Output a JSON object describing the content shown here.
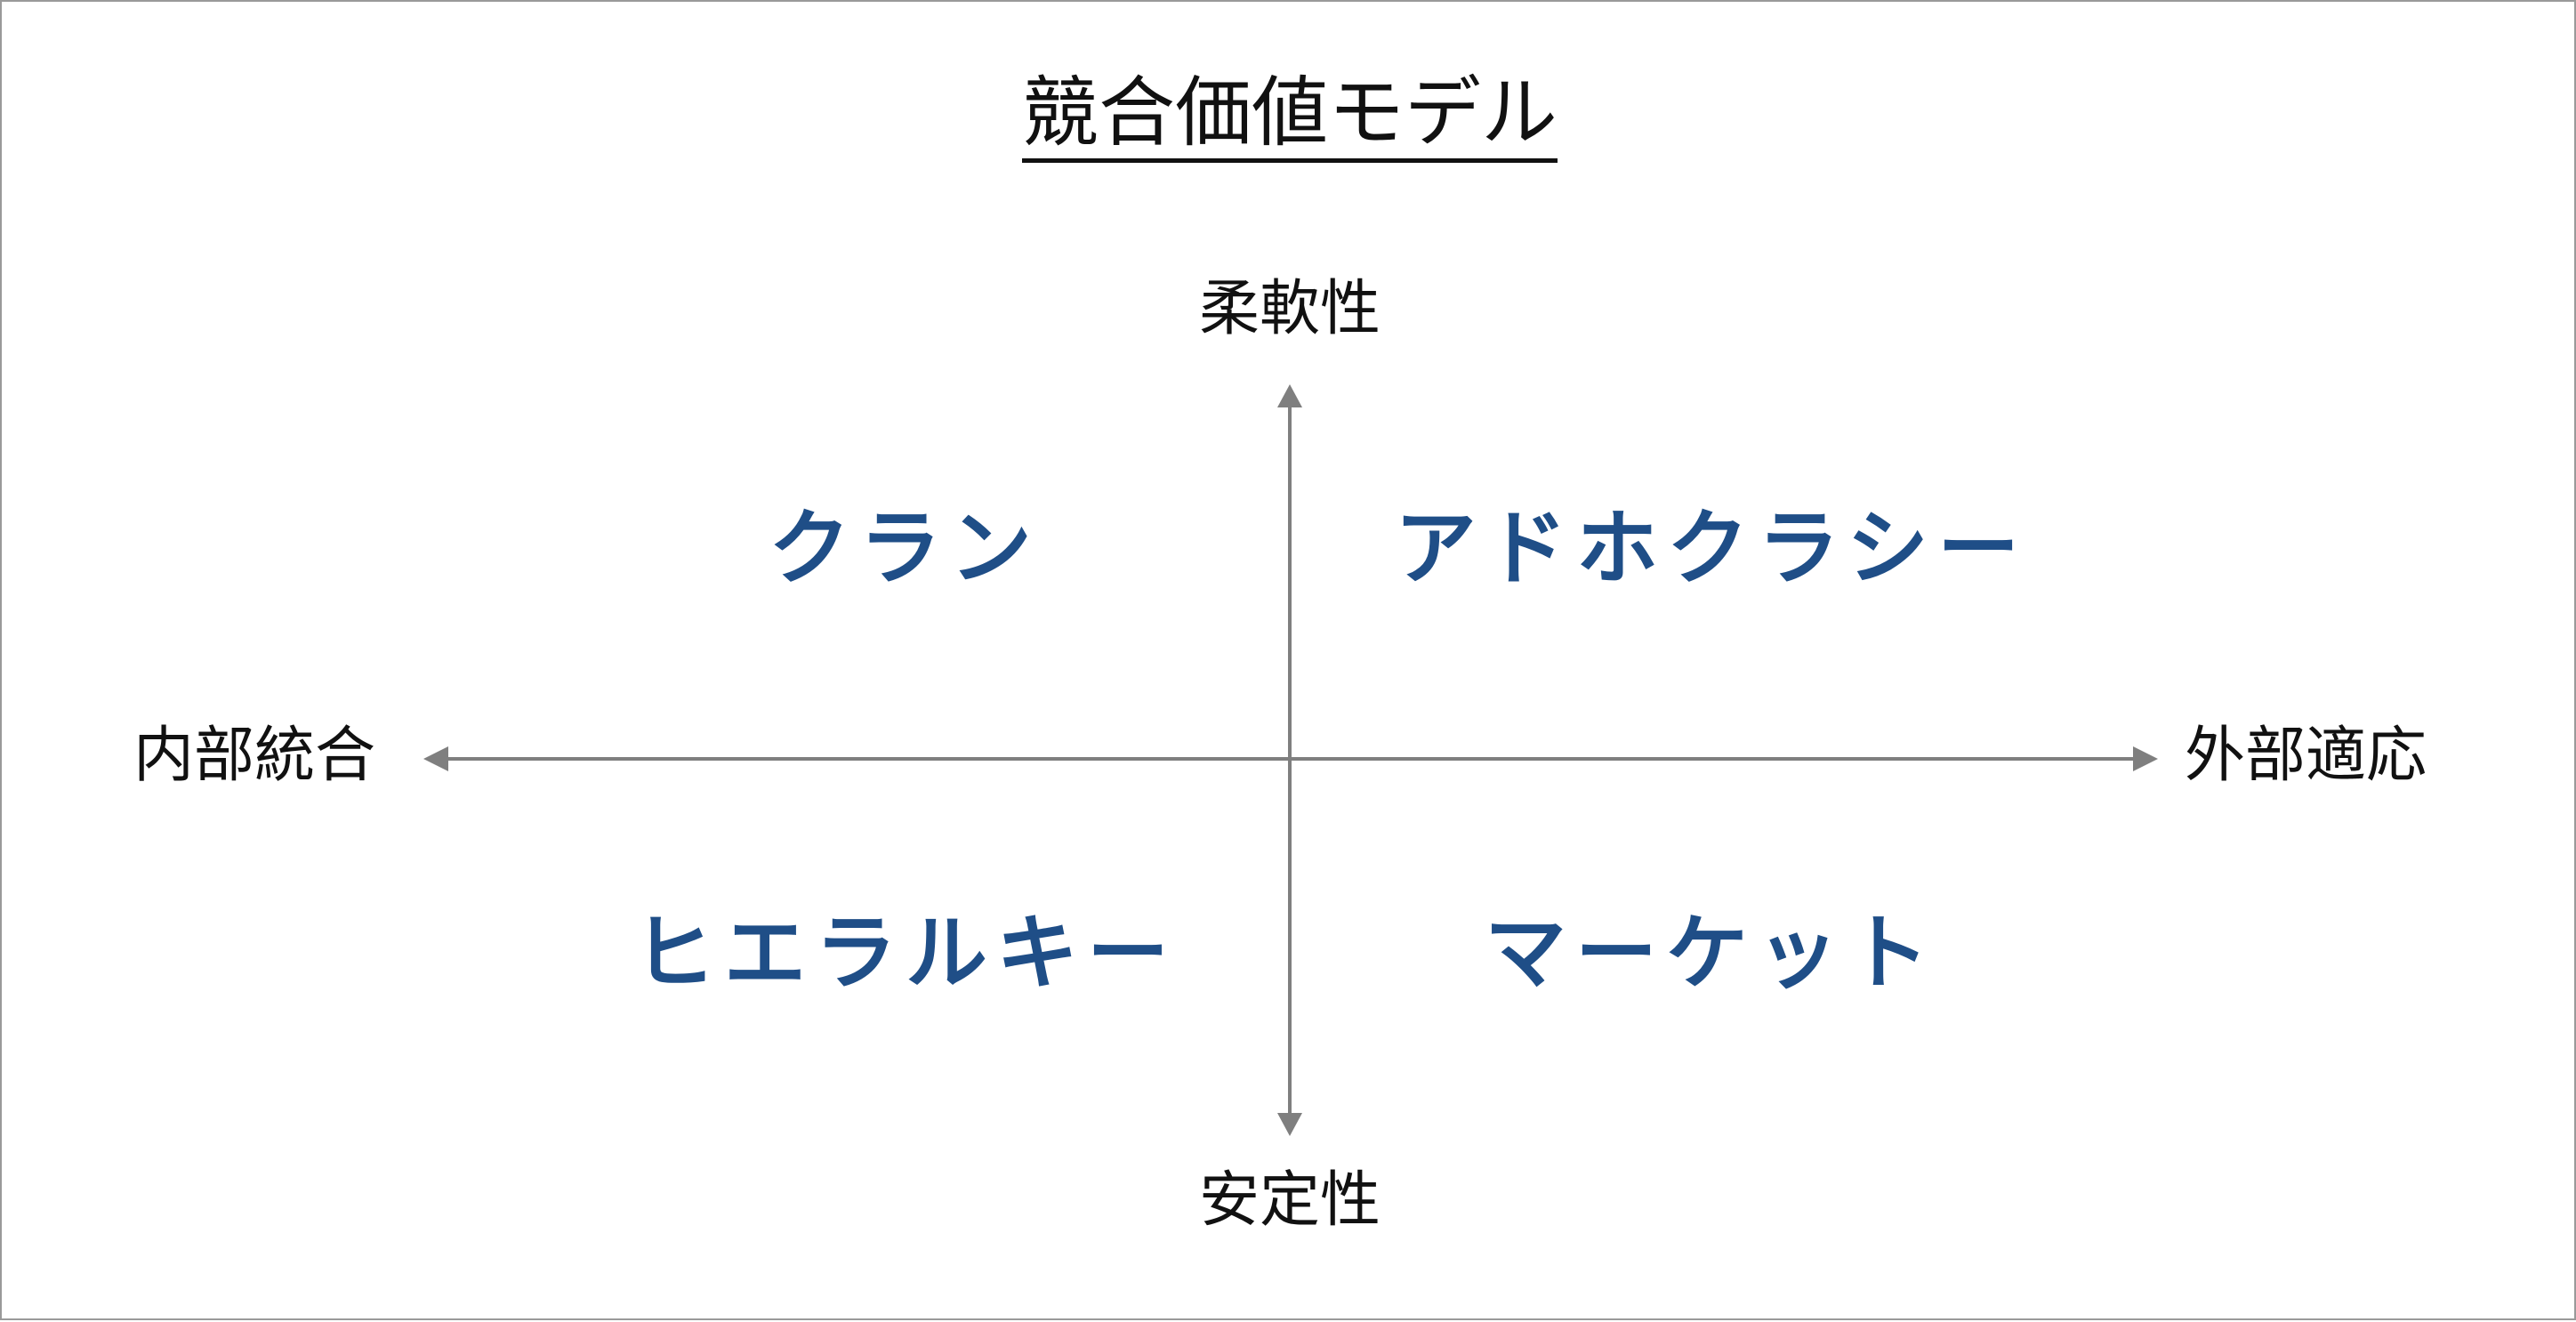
{
  "title": "競合価値モデル",
  "axes": {
    "top": "柔軟性",
    "bottom": "安定性",
    "left": "内部統合",
    "right": "外部適応",
    "color": "#7f7f7f"
  },
  "quadrants": {
    "top_left": "クラン",
    "top_right": "アドホクラシー",
    "bottom_left": "ヒエラルキー",
    "bottom_right": "マーケット",
    "color": "#1f4e87"
  }
}
